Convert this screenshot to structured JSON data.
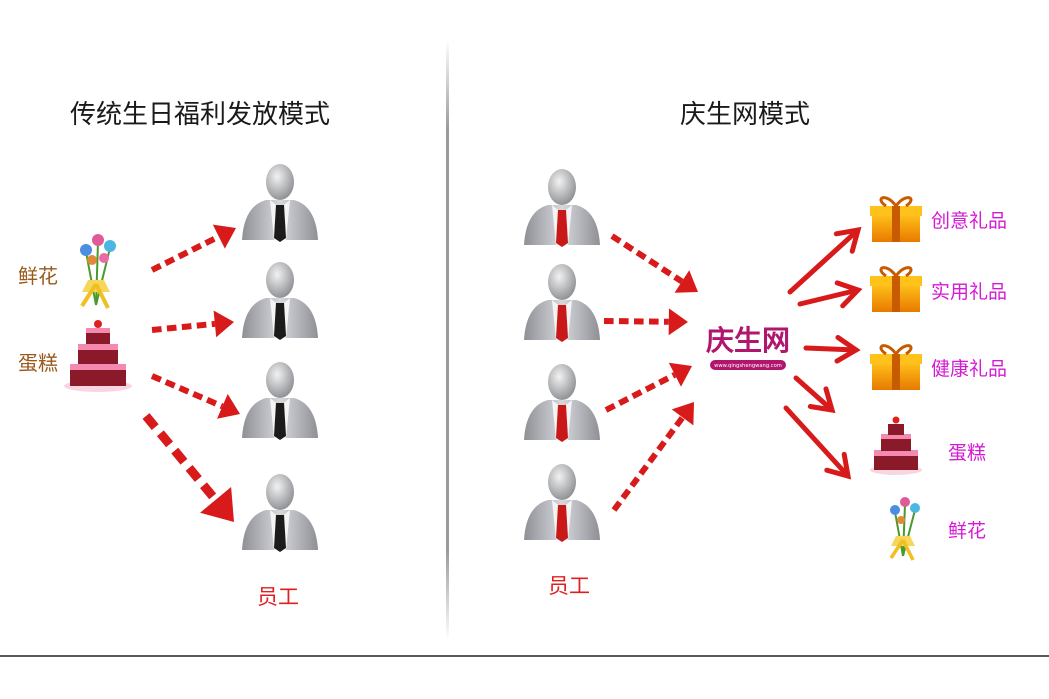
{
  "left": {
    "title": "传统生日福利发放模式",
    "gift_labels": [
      "鲜花",
      "蛋糕"
    ],
    "employee_label": "员工"
  },
  "right": {
    "title": "庆生网模式",
    "logo_text": "庆生网",
    "logo_url": "www.qingshengwang.com",
    "employee_label": "员工",
    "gift_labels": [
      "创意礼品",
      "实用礼品",
      "健康礼品",
      "蛋糕",
      "鲜花"
    ]
  },
  "colors": {
    "arrow": "#d81a1a",
    "gift_text": "#d41ad4",
    "left_gift_text": "#9a5a1b",
    "employee_text": "#e02020",
    "logo_brand": "#b0166e"
  }
}
